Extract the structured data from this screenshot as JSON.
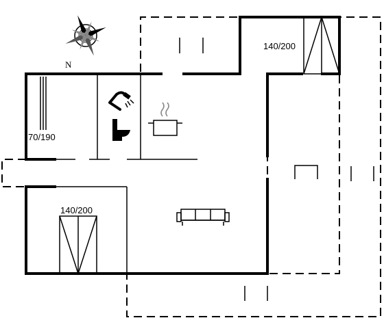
{
  "compass": {
    "north_label": "N",
    "icon": "compass-rose-icon"
  },
  "beds": [
    {
      "label": "140/200",
      "icon": "double-bed-icon"
    },
    {
      "label": "70/190",
      "icon": "single-bed-icon"
    },
    {
      "label": "140/200",
      "icon": "double-bed-icon"
    }
  ],
  "fixtures": [
    {
      "icon": "shower-icon"
    },
    {
      "icon": "toilet-icon"
    },
    {
      "icon": "cooking-pot-icon"
    },
    {
      "icon": "sofa-icon"
    },
    {
      "icon": "table-icon"
    }
  ]
}
